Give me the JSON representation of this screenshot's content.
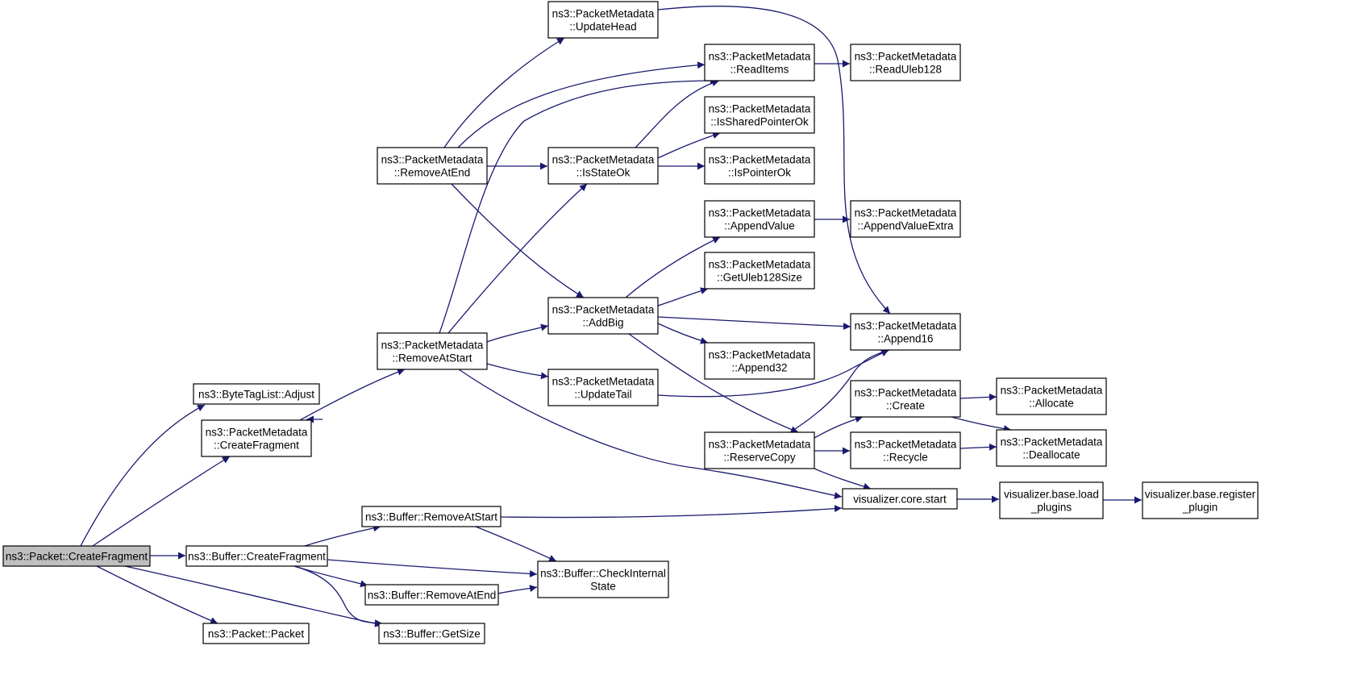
{
  "title": "",
  "colors": {
    "edge": "#191970",
    "root_fill": "#bfbfbf",
    "node_fill": "#ffffff",
    "node_border": "#000000"
  },
  "nodes": [
    {
      "id": "packet-createfragment",
      "lines": [
        "ns3::Packet::CreateFragment"
      ],
      "root": true
    },
    {
      "id": "bytetaglist-adjust",
      "lines": [
        "ns3::ByteTagList::Adjust"
      ]
    },
    {
      "id": "pm-createfragment",
      "lines": [
        "ns3::PacketMetadata",
        "::CreateFragment"
      ]
    },
    {
      "id": "buffer-createfragment",
      "lines": [
        "ns3::Buffer::CreateFragment"
      ]
    },
    {
      "id": "packet-packet",
      "lines": [
        "ns3::Packet::Packet"
      ]
    },
    {
      "id": "pm-removeatend",
      "lines": [
        "ns3::PacketMetadata",
        "::RemoveAtEnd"
      ]
    },
    {
      "id": "pm-removeatstart",
      "lines": [
        "ns3::PacketMetadata",
        "::RemoveAtStart"
      ]
    },
    {
      "id": "buffer-removeatstart",
      "lines": [
        "ns3::Buffer::RemoveAtStart"
      ]
    },
    {
      "id": "buffer-removeatend",
      "lines": [
        "ns3::Buffer::RemoveAtEnd"
      ]
    },
    {
      "id": "buffer-getsize",
      "lines": [
        "ns3::Buffer::GetSize"
      ]
    },
    {
      "id": "pm-updatehead",
      "lines": [
        "ns3::PacketMetadata",
        "::UpdateHead"
      ]
    },
    {
      "id": "pm-isstateok",
      "lines": [
        "ns3::PacketMetadata",
        "::IsStateOk"
      ]
    },
    {
      "id": "pm-addbig",
      "lines": [
        "ns3::PacketMetadata",
        "::AddBig"
      ]
    },
    {
      "id": "pm-updatetail",
      "lines": [
        "ns3::PacketMetadata",
        "::UpdateTail"
      ]
    },
    {
      "id": "buffer-checkinternalstate",
      "lines": [
        "ns3::Buffer::CheckInternal",
        "State"
      ]
    },
    {
      "id": "pm-readitems",
      "lines": [
        "ns3::PacketMetadata",
        "::ReadItems"
      ]
    },
    {
      "id": "pm-issharedpointerok",
      "lines": [
        "ns3::PacketMetadata",
        "::IsSharedPointerOk"
      ]
    },
    {
      "id": "pm-ispointerok",
      "lines": [
        "ns3::PacketMetadata",
        "::IsPointerOk"
      ]
    },
    {
      "id": "pm-appendvalue",
      "lines": [
        "ns3::PacketMetadata",
        "::AppendValue"
      ]
    },
    {
      "id": "pm-getuleb128size",
      "lines": [
        "ns3::PacketMetadata",
        "::GetUleb128Size"
      ]
    },
    {
      "id": "pm-append32",
      "lines": [
        "ns3::PacketMetadata",
        "::Append32"
      ]
    },
    {
      "id": "pm-reservecopy",
      "lines": [
        "ns3::PacketMetadata",
        "::ReserveCopy"
      ]
    },
    {
      "id": "pm-readuleb128",
      "lines": [
        "ns3::PacketMetadata",
        "::ReadUleb128"
      ]
    },
    {
      "id": "pm-appendvalueextra",
      "lines": [
        "ns3::PacketMetadata",
        "::AppendValueExtra"
      ]
    },
    {
      "id": "pm-append16",
      "lines": [
        "ns3::PacketMetadata",
        "::Append16"
      ]
    },
    {
      "id": "pm-create",
      "lines": [
        "ns3::PacketMetadata",
        "::Create"
      ]
    },
    {
      "id": "pm-recycle",
      "lines": [
        "ns3::PacketMetadata",
        "::Recycle"
      ]
    },
    {
      "id": "visualizer-core-start",
      "lines": [
        "visualizer.core.start"
      ]
    },
    {
      "id": "pm-allocate",
      "lines": [
        "ns3::PacketMetadata",
        "::Allocate"
      ]
    },
    {
      "id": "pm-deallocate",
      "lines": [
        "ns3::PacketMetadata",
        "::Deallocate"
      ]
    },
    {
      "id": "visualizer-base-load-plugins",
      "lines": [
        "visualizer.base.load",
        "_plugins"
      ]
    },
    {
      "id": "visualizer-base-register-plugin",
      "lines": [
        "visualizer.base.register",
        "_plugin"
      ]
    }
  ],
  "edges": [
    [
      "packet-createfragment",
      "bytetaglist-adjust"
    ],
    [
      "packet-createfragment",
      "pm-createfragment"
    ],
    [
      "packet-createfragment",
      "buffer-createfragment"
    ],
    [
      "packet-createfragment",
      "packet-packet"
    ],
    [
      "packet-createfragment",
      "buffer-getsize"
    ],
    [
      "pm-createfragment",
      "pm-removeatend"
    ],
    [
      "pm-createfragment",
      "pm-removeatstart"
    ],
    [
      "buffer-createfragment",
      "buffer-removeatstart"
    ],
    [
      "buffer-createfragment",
      "buffer-removeatend"
    ],
    [
      "buffer-createfragment",
      "buffer-getsize"
    ],
    [
      "buffer-createfragment",
      "buffer-checkinternalstate"
    ],
    [
      "pm-removeatend",
      "pm-updatehead"
    ],
    [
      "pm-removeatend",
      "pm-readitems"
    ],
    [
      "pm-removeatend",
      "pm-isstateok"
    ],
    [
      "pm-removeatend",
      "pm-addbig"
    ],
    [
      "pm-removeatstart",
      "pm-readitems"
    ],
    [
      "pm-removeatstart",
      "pm-isstateok"
    ],
    [
      "pm-removeatstart",
      "pm-addbig"
    ],
    [
      "pm-removeatstart",
      "pm-updatetail"
    ],
    [
      "pm-removeatstart",
      "visualizer-core-start"
    ],
    [
      "buffer-removeatstart",
      "buffer-checkinternalstate"
    ],
    [
      "buffer-removeatstart",
      "visualizer-core-start"
    ],
    [
      "buffer-removeatend",
      "buffer-checkinternalstate"
    ],
    [
      "pm-updatehead",
      "pm-append16"
    ],
    [
      "pm-isstateok",
      "pm-readitems"
    ],
    [
      "pm-isstateok",
      "pm-issharedpointerok"
    ],
    [
      "pm-isstateok",
      "pm-ispointerok"
    ],
    [
      "pm-addbig",
      "pm-appendvalue"
    ],
    [
      "pm-addbig",
      "pm-getuleb128size"
    ],
    [
      "pm-addbig",
      "pm-append16"
    ],
    [
      "pm-addbig",
      "pm-append32"
    ],
    [
      "pm-addbig",
      "pm-reservecopy"
    ],
    [
      "pm-updatetail",
      "pm-append16"
    ],
    [
      "pm-readitems",
      "pm-readuleb128"
    ],
    [
      "pm-appendvalue",
      "pm-appendvalueextra"
    ],
    [
      "pm-reservecopy",
      "pm-append16"
    ],
    [
      "pm-reservecopy",
      "pm-create"
    ],
    [
      "pm-reservecopy",
      "pm-recycle"
    ],
    [
      "pm-reservecopy",
      "visualizer-core-start"
    ],
    [
      "pm-create",
      "pm-allocate"
    ],
    [
      "pm-create",
      "pm-deallocate"
    ],
    [
      "pm-recycle",
      "pm-deallocate"
    ],
    [
      "visualizer-core-start",
      "visualizer-base-load-plugins"
    ],
    [
      "visualizer-base-load-plugins",
      "visualizer-base-register-plugin"
    ]
  ]
}
